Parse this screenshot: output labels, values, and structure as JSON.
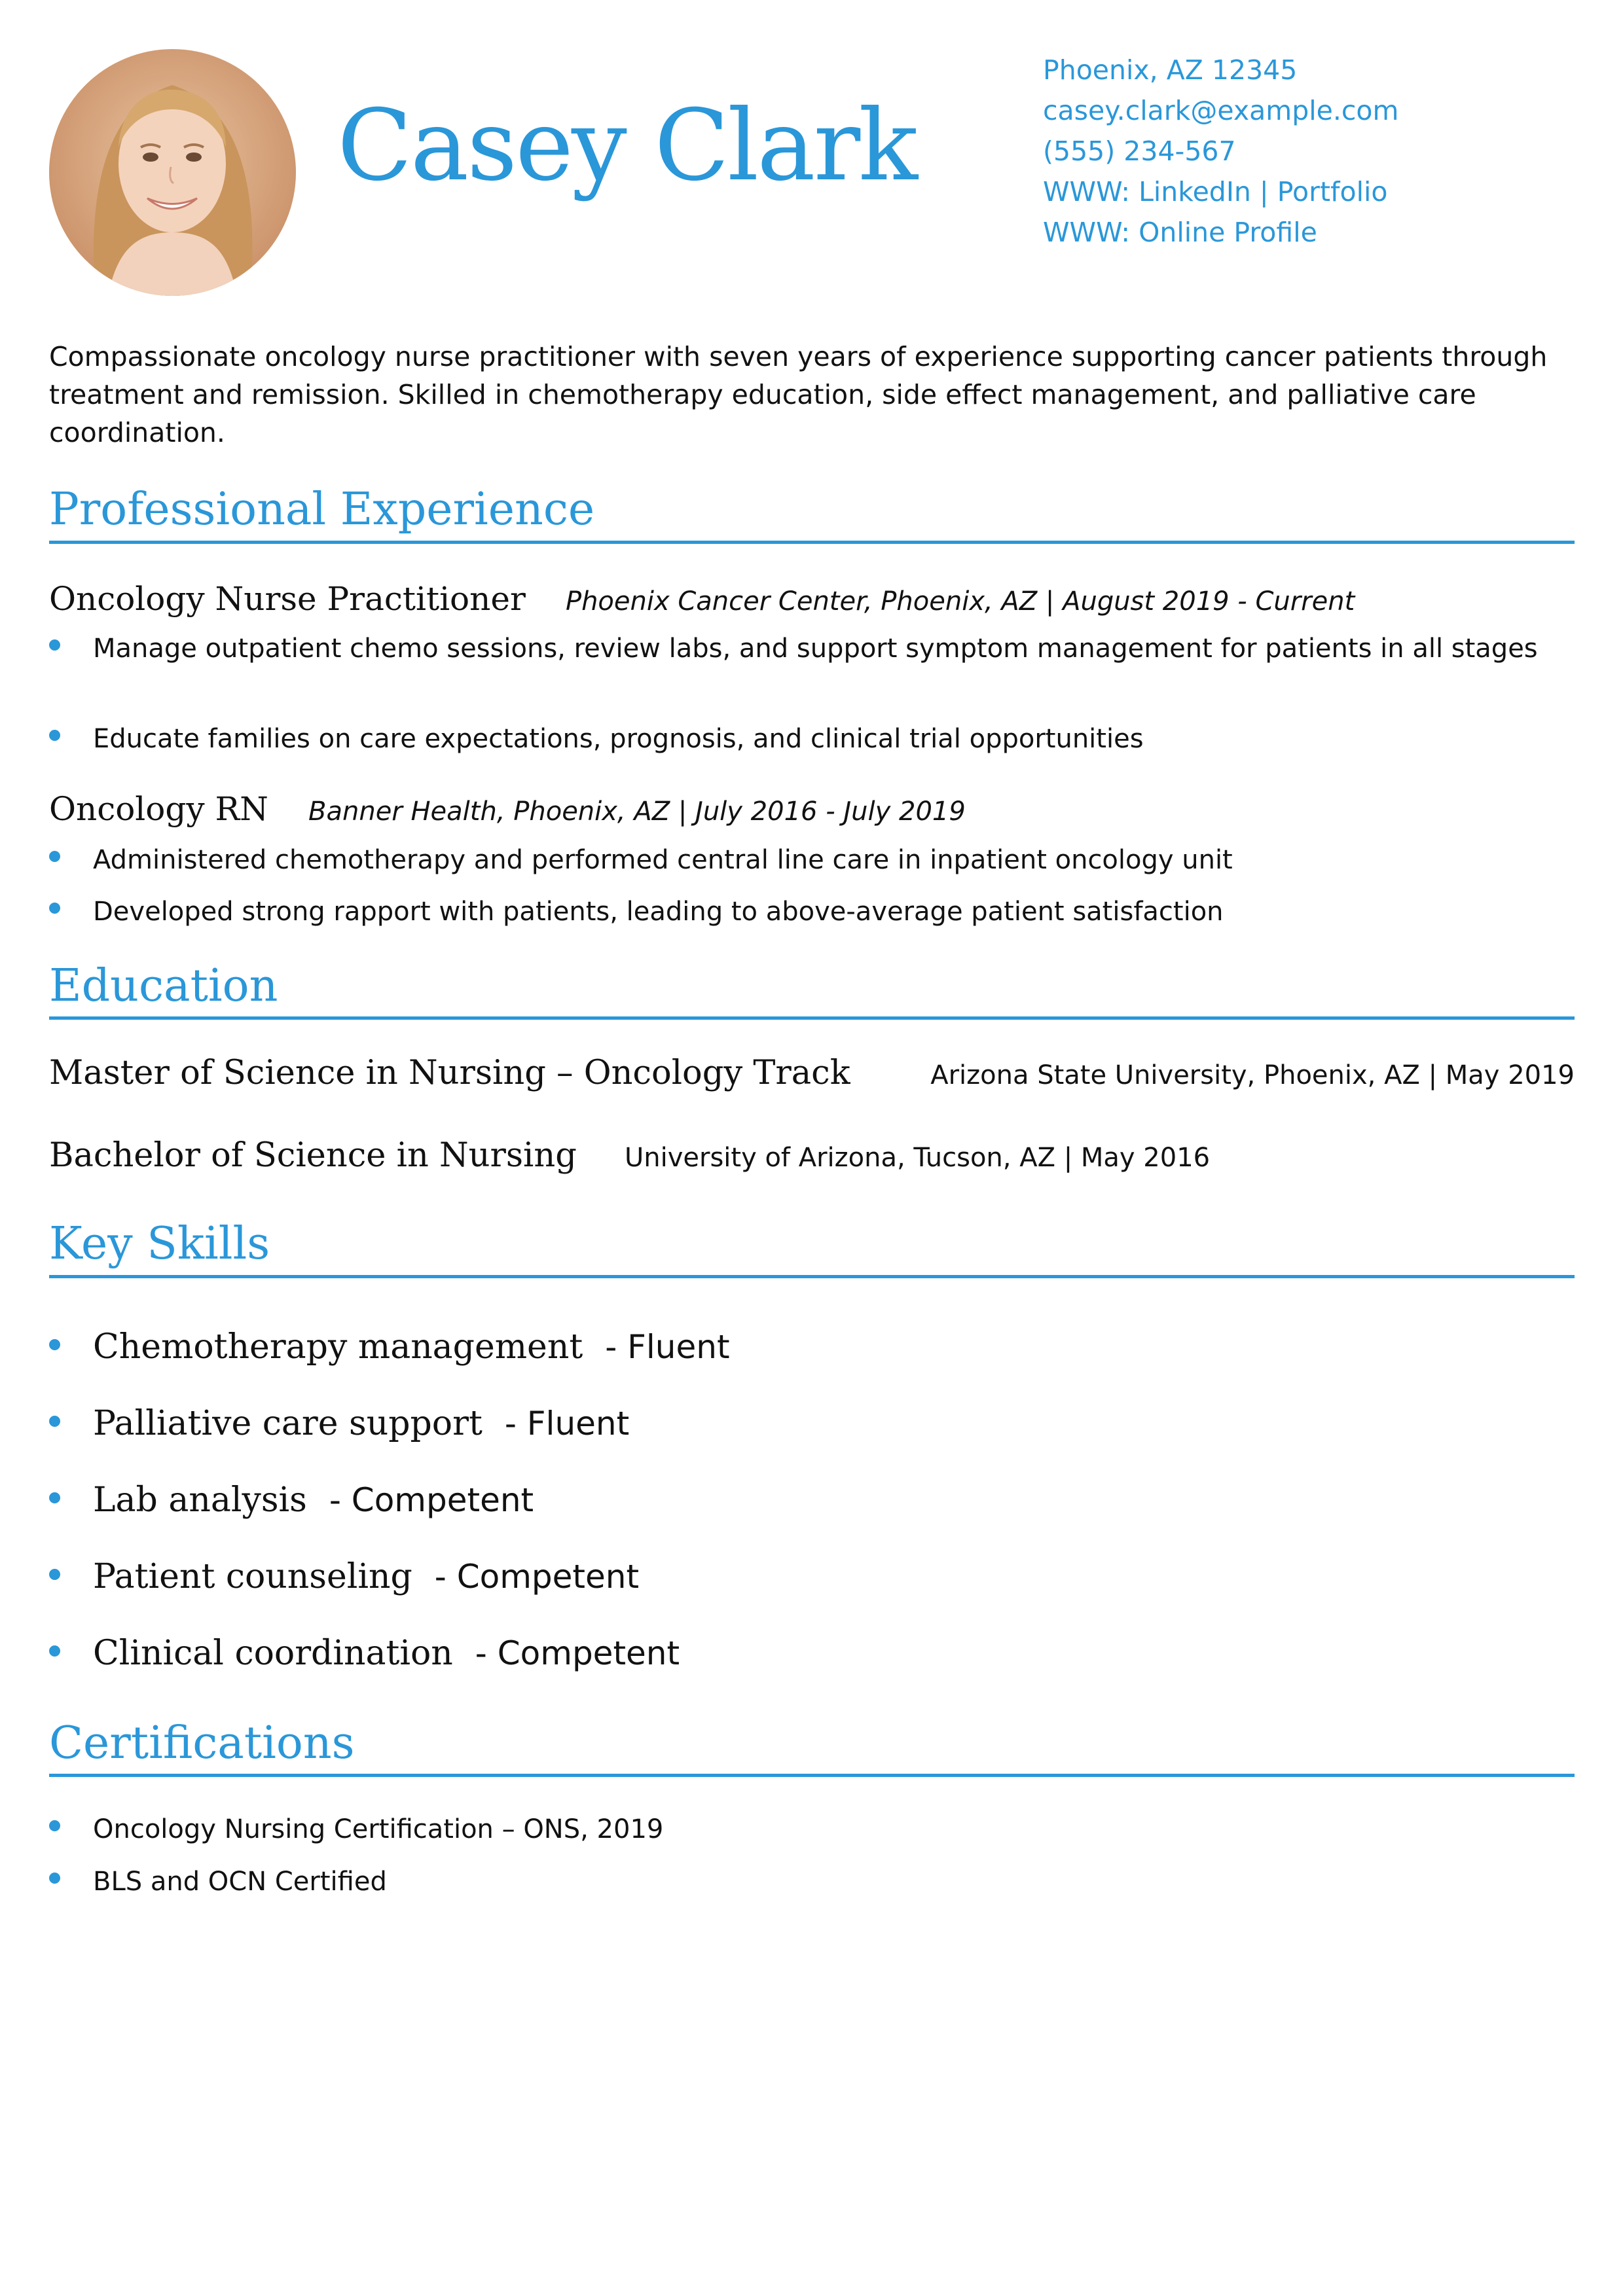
{
  "header": {
    "name": "Casey Clark",
    "contact": {
      "location": "Phoenix, AZ 12345",
      "email": "casey.clark@example.com",
      "phone": "(555) 234-567",
      "links": "WWW: LinkedIn | Portfolio",
      "profile": "WWW: Online Profile"
    }
  },
  "summary": "Compassionate oncology nurse practitioner with seven years of experience supporting cancer patients through treatment and remission. Skilled in chemotherapy education, side effect management, and palliative care coordination.",
  "experience": {
    "heading": "Professional Experience",
    "jobs": [
      {
        "title": "Oncology Nurse Practitioner",
        "employer": "Phoenix Cancer Center",
        "location_dates": ", Phoenix, AZ | August 2019 - Current",
        "bullets": [
          "Manage outpatient chemo sessions, review labs, and support symptom management for patients in all stages",
          "Educate families on care expectations, prognosis, and clinical trial opportunities"
        ]
      },
      {
        "title": "Oncology RN",
        "employer": "Banner Health",
        "location_dates": ", Phoenix, AZ | July 2016 - July 2019",
        "bullets": [
          "Administered chemotherapy and performed central line care in inpatient oncology unit",
          "Developed strong rapport with patients, leading to above-average patient satisfaction"
        ]
      }
    ]
  },
  "education": {
    "heading": "Education",
    "items": [
      {
        "degree": "Master of Science in Nursing – Oncology Track",
        "details": "Arizona State University, Phoenix, AZ | May 2019"
      },
      {
        "degree": "Bachelor of Science in Nursing",
        "details": "University of Arizona, Tucson, AZ | May 2016"
      }
    ]
  },
  "skills": {
    "heading": "Key Skills",
    "items": [
      {
        "name": "Chemotherapy management",
        "level": "- Fluent"
      },
      {
        "name": "Palliative care support",
        "level": "- Fluent"
      },
      {
        "name": "Lab analysis",
        "level": "- Competent"
      },
      {
        "name": "Patient counseling",
        "level": "- Competent"
      },
      {
        "name": "Clinical coordination",
        "level": "- Competent"
      }
    ]
  },
  "certifications": {
    "heading": "Certifications",
    "items": [
      "Oncology Nursing Certification – ONS, 2019",
      "BLS and OCN Certified"
    ]
  },
  "colors": {
    "accent": "#2a97d9",
    "text": "#111111"
  }
}
